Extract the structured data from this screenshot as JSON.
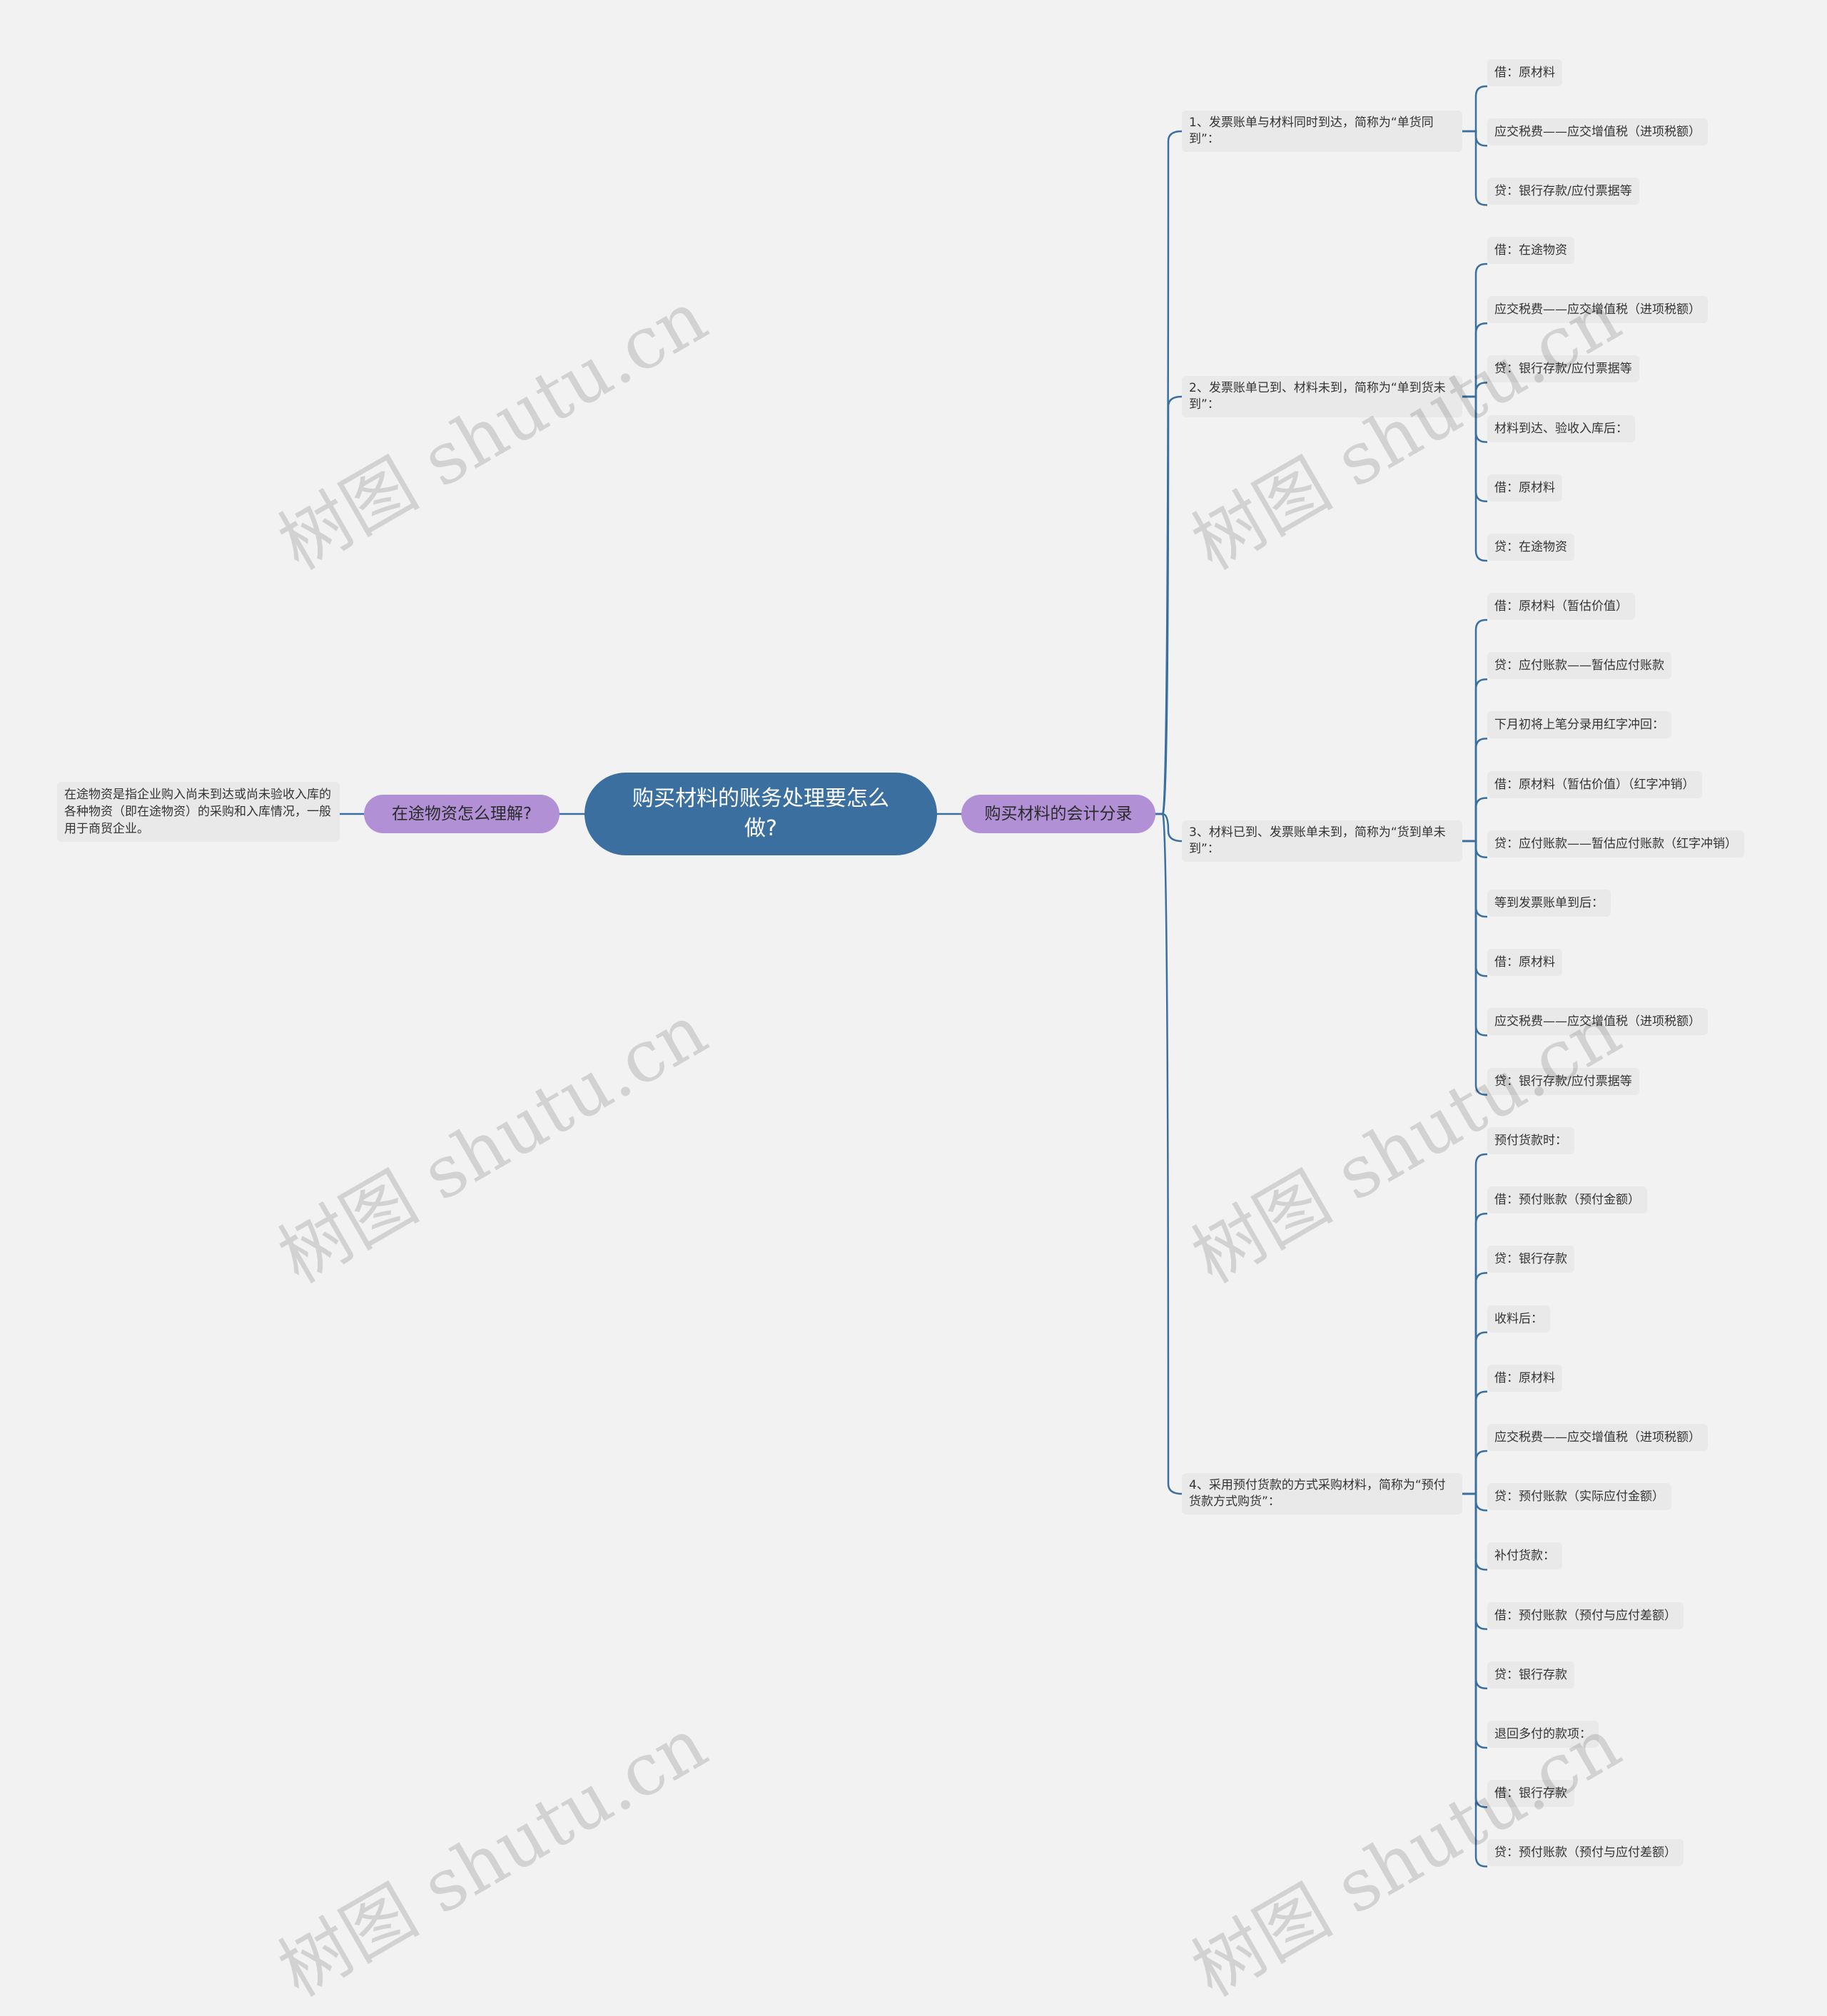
{
  "root": {
    "title": "购买材料的账务处理要怎么做?"
  },
  "left_branch": {
    "label": "在途物资怎么理解?",
    "description": "在途物资是指企业购入尚未到达或尚未验收入库的各种物资（即在途物资）的采购和入库情况，一般用于商贸企业。"
  },
  "right_branch": {
    "label": "购买材料的会计分录",
    "groups": [
      {
        "title": "1、发票账单与材料同时到达，简称为“单货同到”：",
        "items": [
          "借：原材料",
          "应交税费——应交增值税（进项税额）",
          "贷：银行存款/应付票据等"
        ]
      },
      {
        "title": "2、发票账单已到、材料未到，简称为“单到货未到”：",
        "items": [
          "借：在途物资",
          "应交税费——应交增值税（进项税额）",
          "贷：银行存款/应付票据等",
          "材料到达、验收入库后：",
          "借：原材料",
          "贷：在途物资"
        ]
      },
      {
        "title": "3、材料已到、发票账单未到，简称为“货到单未到”：",
        "items": [
          "借：原材料（暂估价值）",
          "贷：应付账款——暂估应付账款",
          "下月初将上笔分录用红字冲回：",
          "借：原材料（暂估价值）（红字冲销）",
          "贷：应付账款——暂估应付账款（红字冲销）",
          "等到发票账单到后：",
          "借：原材料",
          "应交税费——应交增值税（进项税额）",
          "贷：银行存款/应付票据等"
        ]
      },
      {
        "title": "4、采用预付货款的方式采购材料，简称为“预付货款方式购货”：",
        "items": [
          "预付货款时：",
          "借：预付账款（预付金额）",
          "贷：银行存款",
          "收料后：",
          "借：原材料",
          "应交税费——应交增值税（进项税额）",
          "贷：预付账款（实际应付金额）",
          "补付货款：",
          "借：预付账款（预付与应付差额）",
          "贷：银行存款",
          "退回多付的款项：",
          "借：银行存款",
          "贷：预付账款（预付与应付差额）"
        ]
      }
    ]
  },
  "watermark": "树图 shutu.cn",
  "colors": {
    "root": "#3a6fa0",
    "branch": "#b190d6",
    "line": "#3a6fa0",
    "node_bg": "#e9e9e9",
    "background": "#f2f2f2"
  }
}
